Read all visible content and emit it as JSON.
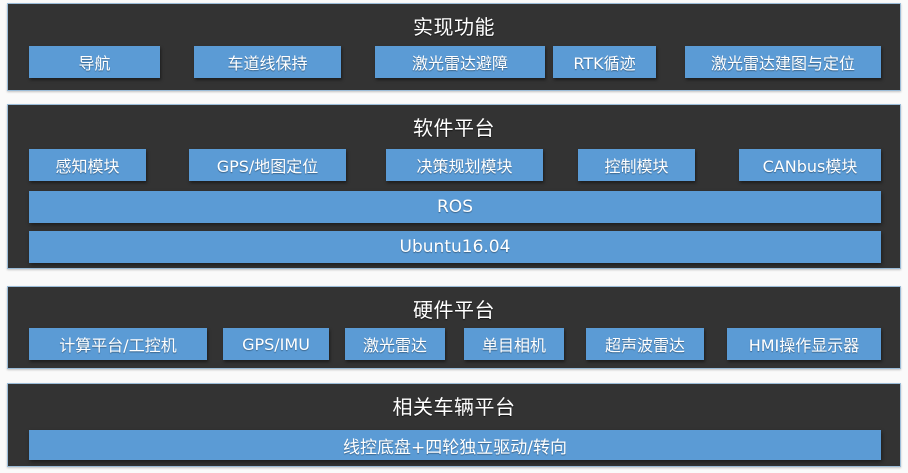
{
  "diagram": {
    "title_text_color": "#ffffff",
    "panel_bg": "#333333",
    "chip_color": "#5b9bd5",
    "page_bg": "#fafafa",
    "sections": [
      {
        "id": "functions",
        "title": "实现功能",
        "items": [
          {
            "label": "导航"
          },
          {
            "label": "车道线保持"
          },
          {
            "label": "激光雷达避障"
          },
          {
            "label": "RTK循迹"
          },
          {
            "label": "激光雷达建图与定位"
          }
        ]
      },
      {
        "id": "software",
        "title": "软件平台",
        "items": [
          {
            "label": "感知模块"
          },
          {
            "label": "GPS/地图定位"
          },
          {
            "label": "决策规划模块"
          },
          {
            "label": "控制模块"
          },
          {
            "label": "CANbus模块"
          }
        ],
        "bars": [
          {
            "label": "ROS"
          },
          {
            "label": "Ubuntu16.04"
          }
        ]
      },
      {
        "id": "hardware",
        "title": "硬件平台",
        "items": [
          {
            "label": "计算平台/工控机"
          },
          {
            "label": "GPS/IMU"
          },
          {
            "label": "激光雷达"
          },
          {
            "label": "单目相机"
          },
          {
            "label": "超声波雷达"
          },
          {
            "label": "HMI操作显示器"
          }
        ]
      },
      {
        "id": "vehicle",
        "title": "相关车辆平台",
        "bars": [
          {
            "label": "线控底盘+四轮独立驱动/转向"
          }
        ]
      }
    ]
  }
}
